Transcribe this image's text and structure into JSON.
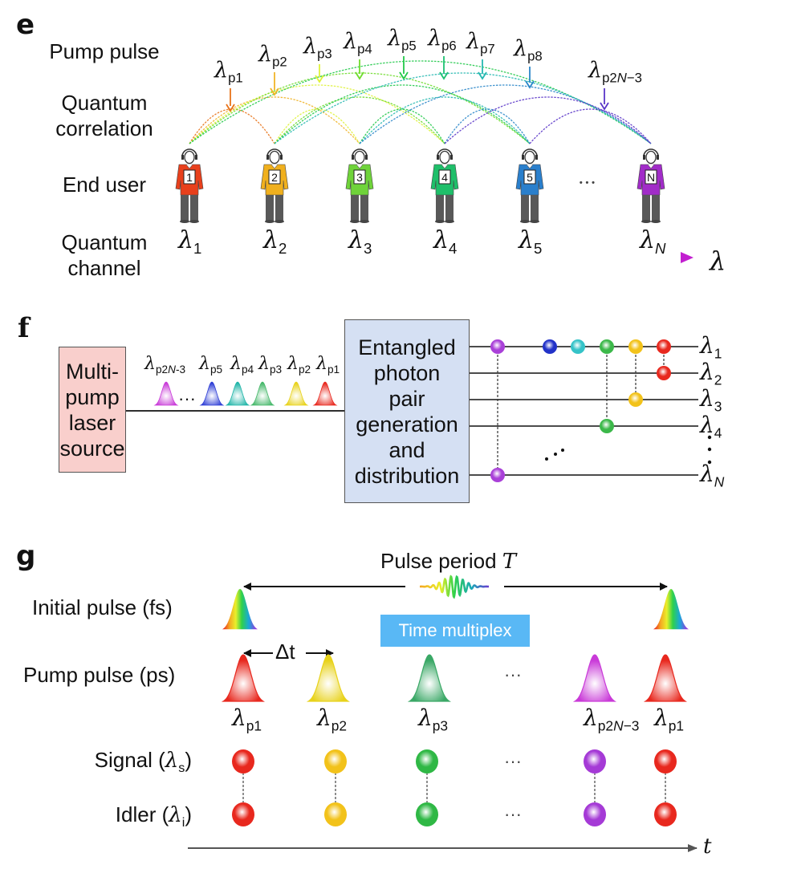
{
  "panel_e": {
    "letter": "e",
    "row_labels": {
      "pump_pulse": "Pump pulse",
      "quantum_correlation_1": "Quantum",
      "quantum_correlation_2": "correlation",
      "end_user": "End user",
      "quantum_channel_1": "Quantum",
      "quantum_channel_2": "channel"
    },
    "pump_arrows": [
      {
        "label": "p1",
        "color": "#e8731a"
      },
      {
        "label": "p2",
        "color": "#f0b429"
      },
      {
        "label": "p3",
        "color": "#dff23a"
      },
      {
        "label": "p4",
        "color": "#6fdc2c"
      },
      {
        "label": "p5",
        "color": "#21c94a"
      },
      {
        "label": "p6",
        "color": "#1dc172"
      },
      {
        "label": "p7",
        "color": "#25b8b0"
      },
      {
        "label": "p8",
        "color": "#2a86c9"
      },
      {
        "label": "p2N−3",
        "color": "#5a35c8"
      }
    ],
    "users": [
      {
        "badge": "1",
        "shirt": "#e8401c",
        "lambda_sub": "1"
      },
      {
        "badge": "2",
        "shirt": "#f0b01e",
        "lambda_sub": "2"
      },
      {
        "badge": "3",
        "shirt": "#6fd33a",
        "lambda_sub": "3"
      },
      {
        "badge": "4",
        "shirt": "#1fbf6a",
        "lambda_sub": "4"
      },
      {
        "badge": "5",
        "shirt": "#2a7fcc",
        "lambda_sub": "5"
      },
      {
        "badge": "N",
        "shirt": "#a12cc8",
        "lambda_sub": "N"
      }
    ],
    "ellipsis": "···",
    "axis_symbol": "λ"
  },
  "panel_f": {
    "letter": "f",
    "source_box": {
      "lines": [
        "Multi-",
        "pump",
        "laser",
        "source"
      ],
      "fill": "#f9cfcc"
    },
    "generation_box": {
      "lines": [
        "Entangled",
        "photon",
        "pair",
        "generation",
        "and",
        "distribution"
      ],
      "fill": "#d5e0f3"
    },
    "pulses": [
      {
        "label": "p2N-3",
        "color": "#c83ad8"
      },
      {
        "label": "p5",
        "color": "#2f3fd6"
      },
      {
        "label": "p4",
        "color": "#20b5a8"
      },
      {
        "label": "p3",
        "color": "#46b86a"
      },
      {
        "label": "p2",
        "color": "#e8d21a"
      },
      {
        "label": "p1",
        "color": "#e8281e"
      }
    ],
    "pulse_ellipsis": "···",
    "channels": [
      "1",
      "2",
      "3",
      "4",
      "N"
    ],
    "channel_dots": [
      "#a940d8",
      "#2232c8",
      "#35c3c8",
      "#3cb84a",
      "#f2c21a",
      "#e8281e"
    ],
    "connections": [
      {
        "color": "#e8281e",
        "from": "1",
        "to": "2"
      },
      {
        "color": "#f2c21a",
        "from": "1",
        "to": "3"
      },
      {
        "color": "#3cb84a",
        "from": "1",
        "to": "4"
      },
      {
        "color": "#a940d8",
        "from": "1",
        "to": "N"
      }
    ]
  },
  "panel_g": {
    "letter": "g",
    "pulse_period_label": "Pulse period",
    "pulse_period_symbol": "T",
    "time_multiplex_label": "Time multiplex",
    "delta_t_label": "Δt",
    "row_labels": {
      "initial_pulse": "Initial pulse (fs)",
      "pump_pulse": "Pump pulse (ps)",
      "signal": "Signal (",
      "signal_sub": "s",
      "idler": "Idler (",
      "idler_sub": "i",
      "close_paren": ")"
    },
    "pump_pulses": [
      {
        "label": "p1",
        "color": "#e8281e"
      },
      {
        "label": "p2",
        "color": "#e8d21a"
      },
      {
        "label": "p3",
        "color": "#3aa866"
      },
      {
        "label": "p2N−3",
        "color": "#c93ad8"
      },
      {
        "label": "p1",
        "color": "#e8281e"
      }
    ],
    "pair_colors": [
      "#e8281e",
      "#f2c21a",
      "#2fb845",
      "#a53ad6",
      "#e8281e"
    ],
    "ellipsis": "···",
    "time_axis_symbol": "t"
  }
}
